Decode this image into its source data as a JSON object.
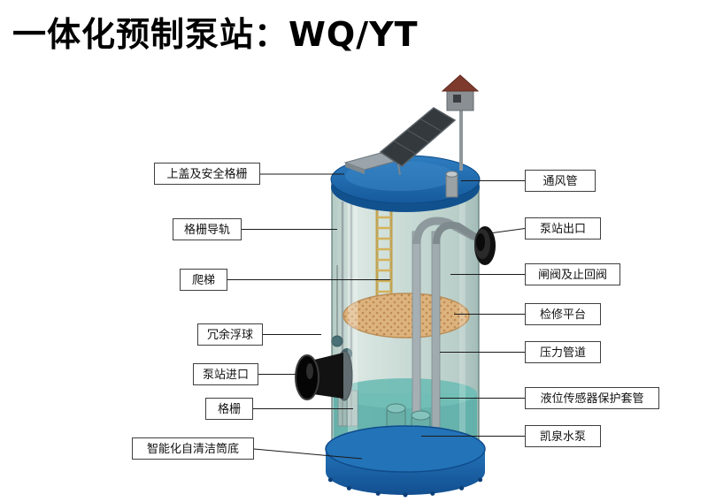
{
  "title": "一体化预制泵站：WQ/YT",
  "labels": {
    "left": [
      {
        "label": "上盖及安全格栅"
      },
      {
        "label": "格栅导轨"
      },
      {
        "label": "爬梯"
      },
      {
        "label": "冗余浮球"
      },
      {
        "label": "泵站进口"
      },
      {
        "label": "格栅"
      },
      {
        "label": "智能化自清洁筒底"
      }
    ],
    "right": [
      {
        "label": "通风管"
      },
      {
        "label": "泵站出口"
      },
      {
        "label": "闸阀及止回阀"
      },
      {
        "label": "检修平台"
      },
      {
        "label": "压力管道"
      },
      {
        "label": "液位传感器保护套管"
      },
      {
        "label": "凯泉水泵"
      }
    ]
  },
  "colors": {
    "lid_blue": "#1a67ad",
    "base_blue": "#1b67ab",
    "tank_glass": "#c2d6d0",
    "water_teal": "#49a59e",
    "platform_tan": "#d9a96b",
    "ladder_yellow": "#c7a341",
    "inlet_black": "#121212",
    "label_border": "#3f3f3f"
  }
}
